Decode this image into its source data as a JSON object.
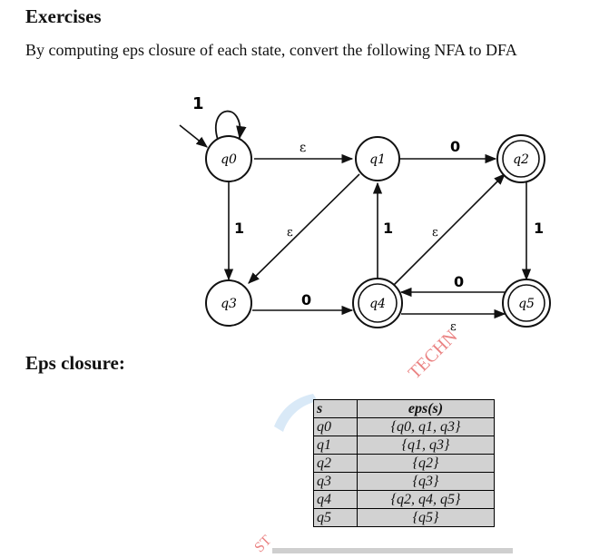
{
  "doc": {
    "heading": "Exercises",
    "instruction": "By computing eps closure of each state, convert the following NFA to DFA",
    "eps_heading": "Eps closure:"
  },
  "nfa": {
    "states": [
      {
        "id": "q0",
        "label": "q0",
        "final": false,
        "start": true
      },
      {
        "id": "q1",
        "label": "q1",
        "final": false,
        "start": false
      },
      {
        "id": "q2",
        "label": "q2",
        "final": true,
        "start": false
      },
      {
        "id": "q3",
        "label": "q3",
        "final": false,
        "start": false
      },
      {
        "id": "q4",
        "label": "q4",
        "final": true,
        "start": false
      },
      {
        "id": "q5",
        "label": "q5",
        "final": true,
        "start": false
      }
    ],
    "transitions": [
      {
        "from": "q0",
        "to": "q0",
        "label": "1"
      },
      {
        "from": "q0",
        "to": "q1",
        "label": "ε"
      },
      {
        "from": "q1",
        "to": "q2",
        "label": "0"
      },
      {
        "from": "q0",
        "to": "q3",
        "label": "1"
      },
      {
        "from": "q1",
        "to": "q3",
        "label": "ε"
      },
      {
        "from": "q4",
        "to": "q1",
        "label": "1"
      },
      {
        "from": "q4",
        "to": "q2",
        "label": "ε"
      },
      {
        "from": "q2",
        "to": "q5",
        "label": "1"
      },
      {
        "from": "q3",
        "to": "q4",
        "label": "0"
      },
      {
        "from": "q5",
        "to": "q4",
        "label": "0"
      },
      {
        "from": "q4",
        "to": "q5",
        "label": "ε"
      }
    ]
  },
  "table": {
    "headers": {
      "s": "s",
      "eps": "eps(s)"
    },
    "rows": [
      {
        "s": "q0",
        "eps": "{q0, q1, q3}"
      },
      {
        "s": "q1",
        "eps": "{q1, q3}"
      },
      {
        "s": "q2",
        "eps": "{q2}"
      },
      {
        "s": "q3",
        "eps": "{q3}"
      },
      {
        "s": "q4",
        "eps": "{q2, q4, q5}"
      },
      {
        "s": "q5",
        "eps": "{q5}"
      }
    ]
  },
  "watermark": {
    "text1": "TECHN",
    "text2": "ST"
  },
  "colors": {
    "watermark": "#e45a5a",
    "table_fill": "#d2d2d2"
  }
}
